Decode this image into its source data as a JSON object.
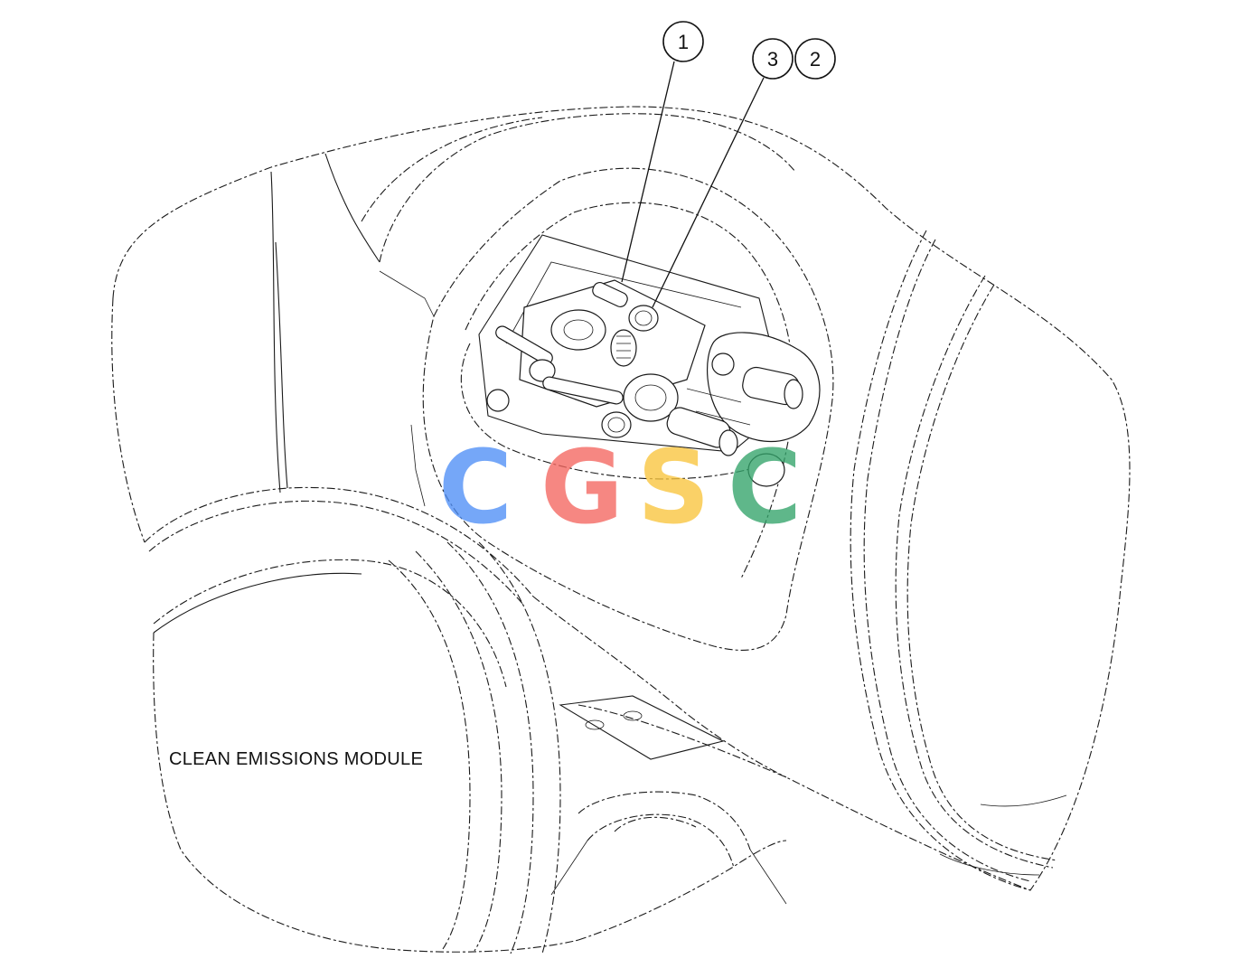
{
  "callouts": [
    {
      "id": "callout-1",
      "label": "1"
    },
    {
      "id": "callout-3",
      "label": "3"
    },
    {
      "id": "callout-2",
      "label": "2"
    }
  ],
  "module_label": "CLEAN EMISSIONS MODULE",
  "watermark": {
    "letters": [
      "C",
      "G",
      "S",
      "C"
    ],
    "colors": [
      "#4f8ff7",
      "#f4665f",
      "#f9c53d",
      "#33a36a"
    ]
  }
}
